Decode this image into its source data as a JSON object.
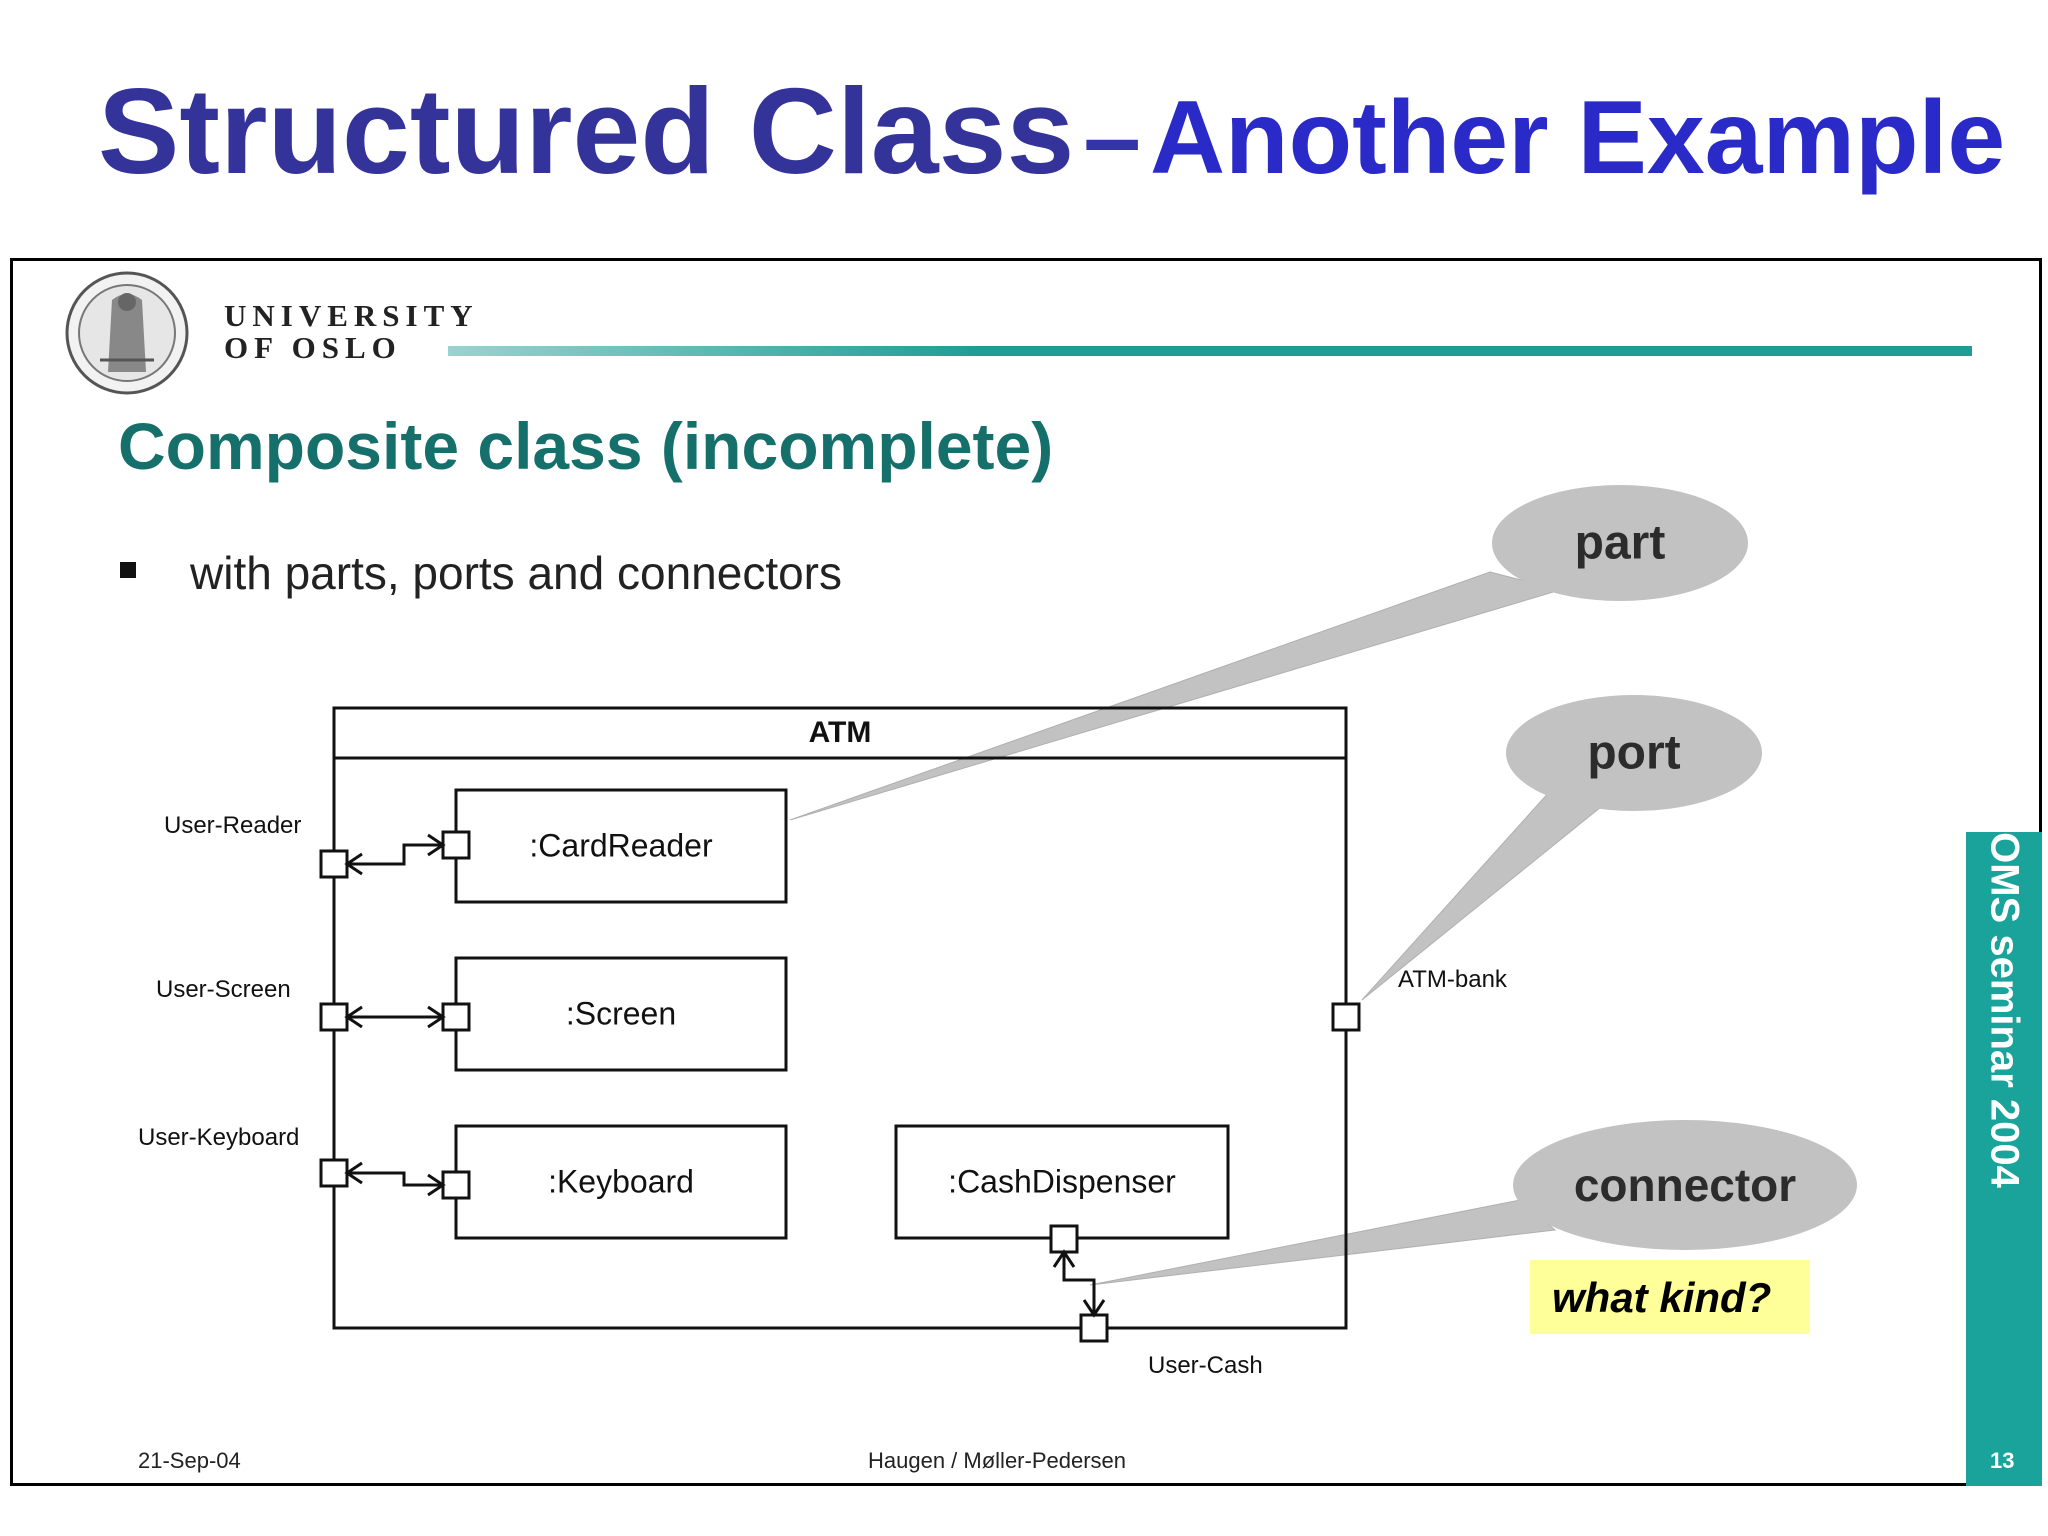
{
  "slide": {
    "title_main": "Structured Class",
    "title_dash": "–",
    "title_sub": "Another Example"
  },
  "inner_slide": {
    "university_line1": "UNIVERSITY",
    "university_line2": "OF OSLO",
    "title": "Composite class (incomplete)",
    "bullet": "with parts, ports and connectors",
    "footer_date": "21-Sep-04",
    "footer_author": "Haugen / Møller-Pedersen",
    "side_label": "OMS seminar 2004",
    "page_number": "13"
  },
  "diagram": {
    "class_name": "ATM",
    "parts": {
      "card_reader": ":CardReader",
      "screen": ":Screen",
      "keyboard": ":Keyboard",
      "cash_dispenser": ":CashDispenser"
    },
    "ports": {
      "user_reader": "User-Reader",
      "user_screen": "User-Screen",
      "user_keyboard": "User-Keyboard",
      "atm_bank": "ATM-bank",
      "user_cash": "User-Cash"
    }
  },
  "callouts": {
    "part": "part",
    "port": "port",
    "connector": "connector",
    "note": "what kind?"
  },
  "colors": {
    "title": "#333399",
    "inner_title": "#156f6a",
    "band": "#1aa39a",
    "callout": "#c2c2c2",
    "note": "#ffff99"
  }
}
